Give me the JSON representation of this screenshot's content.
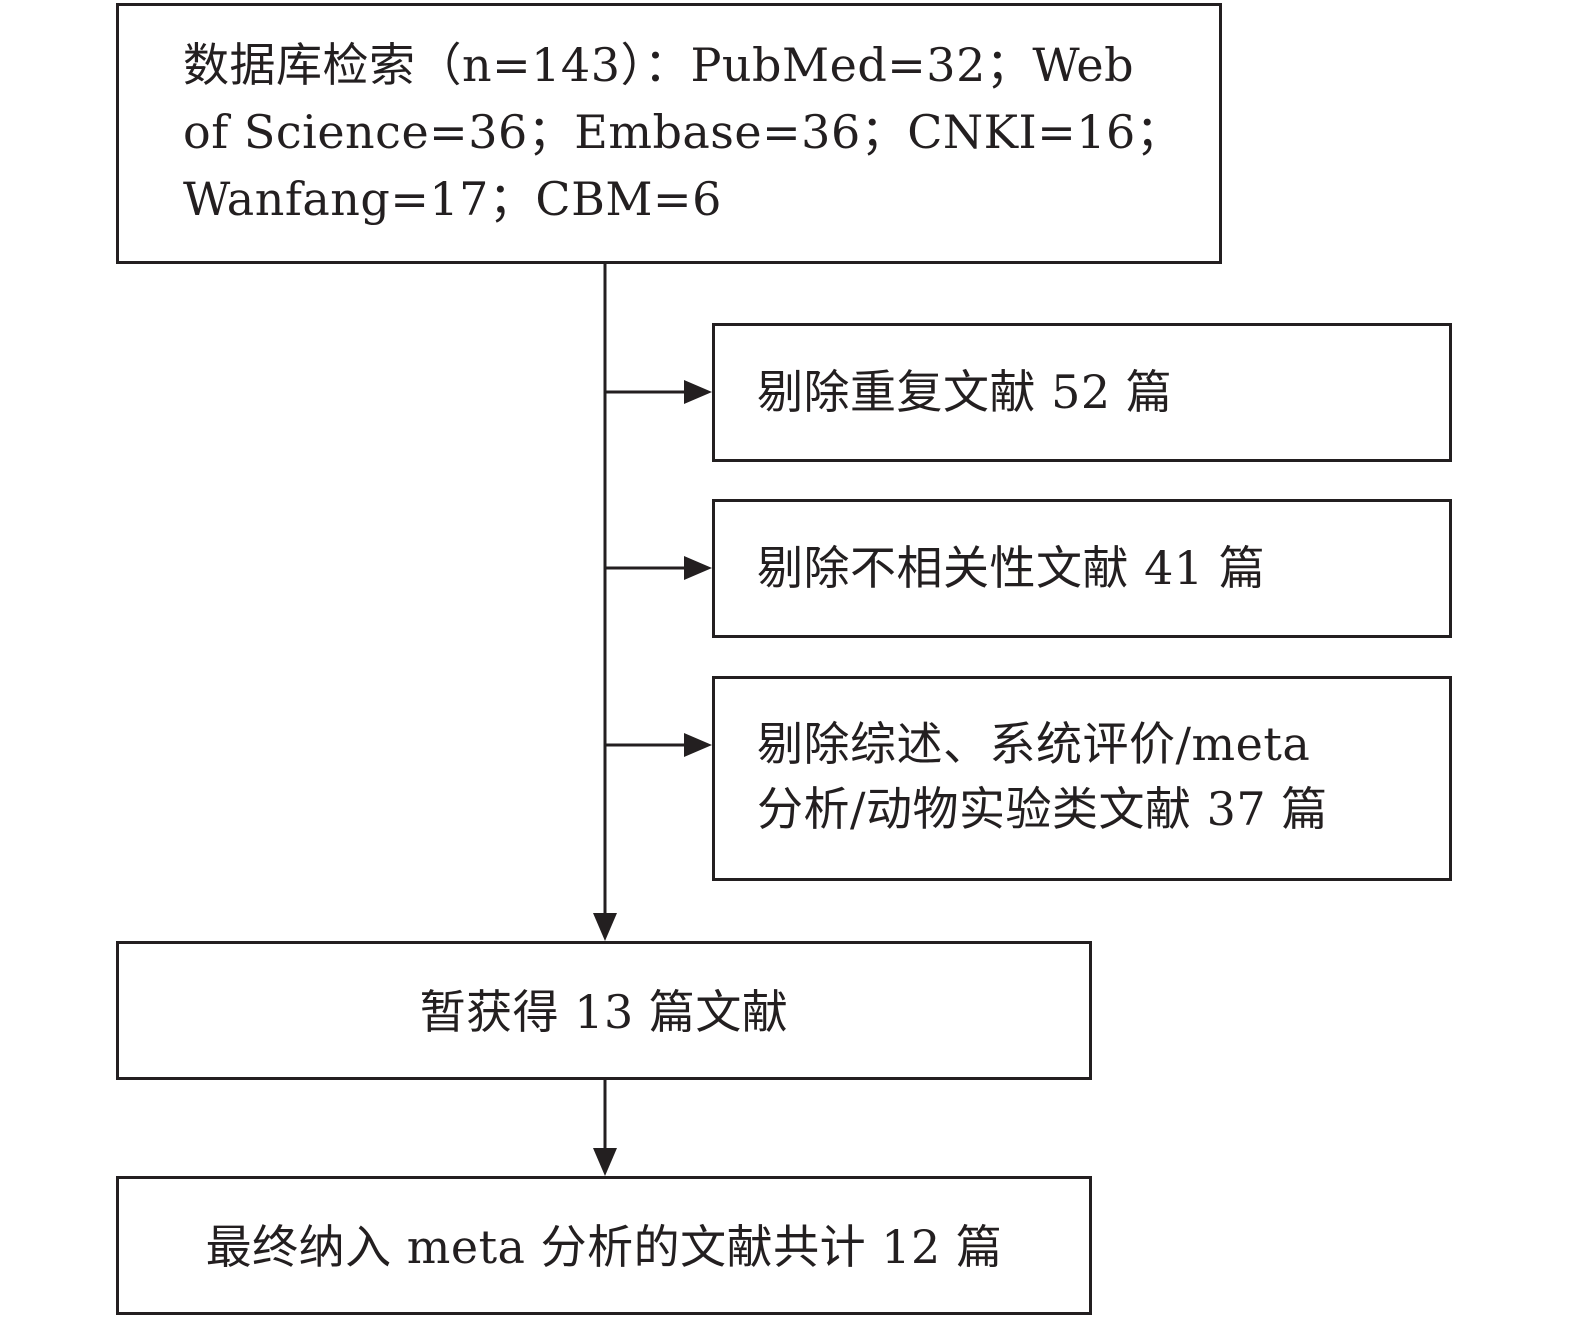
{
  "flowchart": {
    "search": {
      "text": "数据库检索（n=143）：PubMed=32；Web\nof Science=36；Embase=36；CNKI=16；\nWanfang=17；CBM=6"
    },
    "exclusions": [
      {
        "text": "剔除重复文献 52 篇"
      },
      {
        "text": "剔除不相关性文献 41 篇"
      },
      {
        "text": "剔除综述、系统评价/meta\n分析/动物实验类文献 37 篇"
      }
    ],
    "interim": {
      "text": "暂获得 13 篇文献"
    },
    "final": {
      "text": "最终纳入 meta 分析的文献共计 12 篇"
    }
  },
  "colors": {
    "line": "#231f20",
    "background": "#ffffff"
  }
}
